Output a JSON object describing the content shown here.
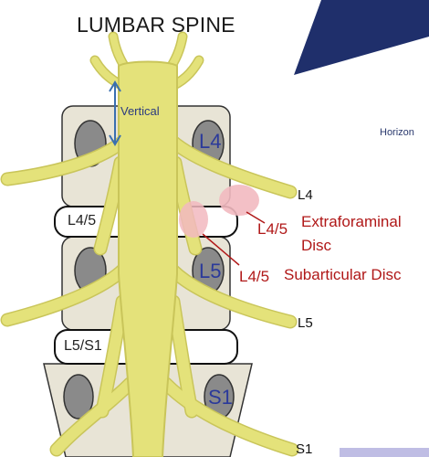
{
  "title": "LUMBAR SPINE",
  "vertical_label": "Vertical",
  "horizontal_label": "Horizon",
  "vertebrae": [
    "L4",
    "L5",
    "S1"
  ],
  "discs": [
    "L4/5",
    "L5/S1"
  ],
  "root_labels": [
    "L4",
    "L5",
    "S1"
  ],
  "annotations": {
    "extraforaminal_level": "L4/5",
    "extraforaminal_line1": "Extraforaminal",
    "extraforaminal_line2": "Disc",
    "subarticular_level": "L4/5",
    "subarticular_text": "Subarticular Disc"
  },
  "colors": {
    "nerve": "#e4e27a",
    "nerve_outline": "#c9c55a",
    "bone": "#e8e4d6",
    "pedicle": "#8a8a8a",
    "herniation": "#f2b9c0",
    "accent_navy": "#1f2f6b",
    "annotation_red": "#b01818"
  }
}
